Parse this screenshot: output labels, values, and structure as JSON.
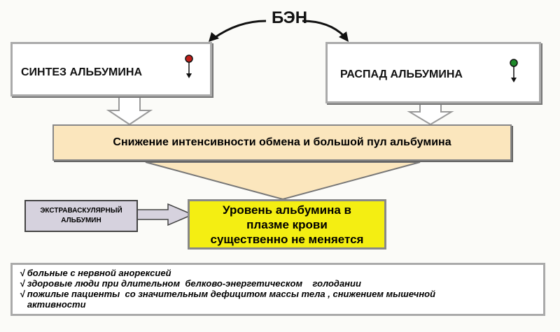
{
  "title": "БЭН",
  "left_box": {
    "label": "СИНТЕЗ  АЛЬБУМИНА",
    "indicator_color": "#c0201a",
    "indicator": "down"
  },
  "right_box": {
    "label": "РАСПАД АЛЬБУМИНА",
    "indicator_color": "#1e8a2a",
    "indicator": "down"
  },
  "middle_bar": "Снижение интенсивности  обмена и большой пул  альбумина",
  "extravascular": {
    "line1": "ЭКСТРАВАСКУЛЯРНЫЙ",
    "line2": "АЛЬБУМИН"
  },
  "result": {
    "line1": "Уровень альбумина в",
    "line2": "плазме крови",
    "line3": "существенно не меняется"
  },
  "notes": [
    "√ больные с нервной анорексией",
    "√ здоровые люди при длительном  белково-энергетическом    голодании",
    "√ пожилые пациенты  со значительным дефицитом массы тела , снижением мышечной",
    "   активности"
  ],
  "colors": {
    "bar": "#fbe6bd",
    "result": "#f4ee12",
    "extravascular": "#d6d2de"
  }
}
